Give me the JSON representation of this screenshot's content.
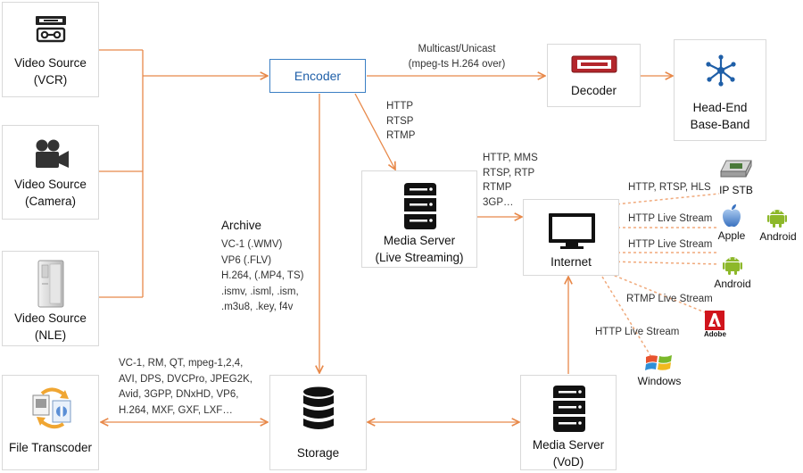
{
  "diagram": {
    "sources": {
      "vcr": {
        "line1": "Video Source",
        "line2": "(VCR)"
      },
      "camera": {
        "line1": "Video Source",
        "line2": "(Camera)"
      },
      "nle": {
        "line1": "Video Source",
        "line2": "(NLE)"
      }
    },
    "encoder": {
      "label": "Encoder"
    },
    "multicast": {
      "line1": "Multicast/Unicast",
      "line2": "(mpeg-ts H.264 over)"
    },
    "decoder": {
      "label": "Decoder"
    },
    "headend": {
      "line1": "Head-End",
      "line2": "Base-Band"
    },
    "encoder_to_media": {
      "lines": [
        "HTTP",
        "RTSP",
        "RTMP"
      ]
    },
    "media_live": {
      "line1": "Media Server",
      "line2": "(Live Streaming)"
    },
    "live_to_internet": {
      "lines": [
        "HTTP, MMS",
        "RTSP, RTP",
        "RTMP",
        "3GP…"
      ]
    },
    "internet": {
      "label": "Internet"
    },
    "archive": {
      "title": "Archive",
      "lines": [
        "VC-1 (.WMV)",
        "VP6 (.FLV)",
        "H.264, (.MP4, TS)",
        ".ismv, .isml, .ism,",
        ".m3u8, .key, f4v"
      ]
    },
    "transcoder_formats": {
      "lines": [
        "VC-1, RM, QT, mpeg-1,2,4,",
        "AVI, DPS, DVCPro, JPEG2K,",
        "Avid, 3GPP, DNxHD, VP6,",
        "H.264, MXF, GXF, LXF…"
      ]
    },
    "file_transcoder": {
      "label": "File Transcoder"
    },
    "storage": {
      "label": "Storage"
    },
    "media_vod": {
      "line1": "Media Server",
      "line2": "(VoD)"
    },
    "clients": {
      "ipstb": {
        "protocol": "HTTP, RTSP, HLS",
        "label": "IP STB"
      },
      "apple": {
        "protocol": "HTTP Live Stream",
        "label": "Apple"
      },
      "android1": {
        "label": "Android"
      },
      "android2": {
        "protocol": "HTTP Live Stream",
        "label": "Android"
      },
      "adobe": {
        "protocol": "RTMP Live Stream",
        "label": "Adobe"
      },
      "windows": {
        "protocol": "HTTP Live Stream",
        "label": "Windows"
      }
    },
    "colors": {
      "arrow": "#e8894a",
      "dashed": "#f0a97b",
      "encoder_border": "#3b7fc4",
      "decoder_red": "#b3262b"
    }
  }
}
